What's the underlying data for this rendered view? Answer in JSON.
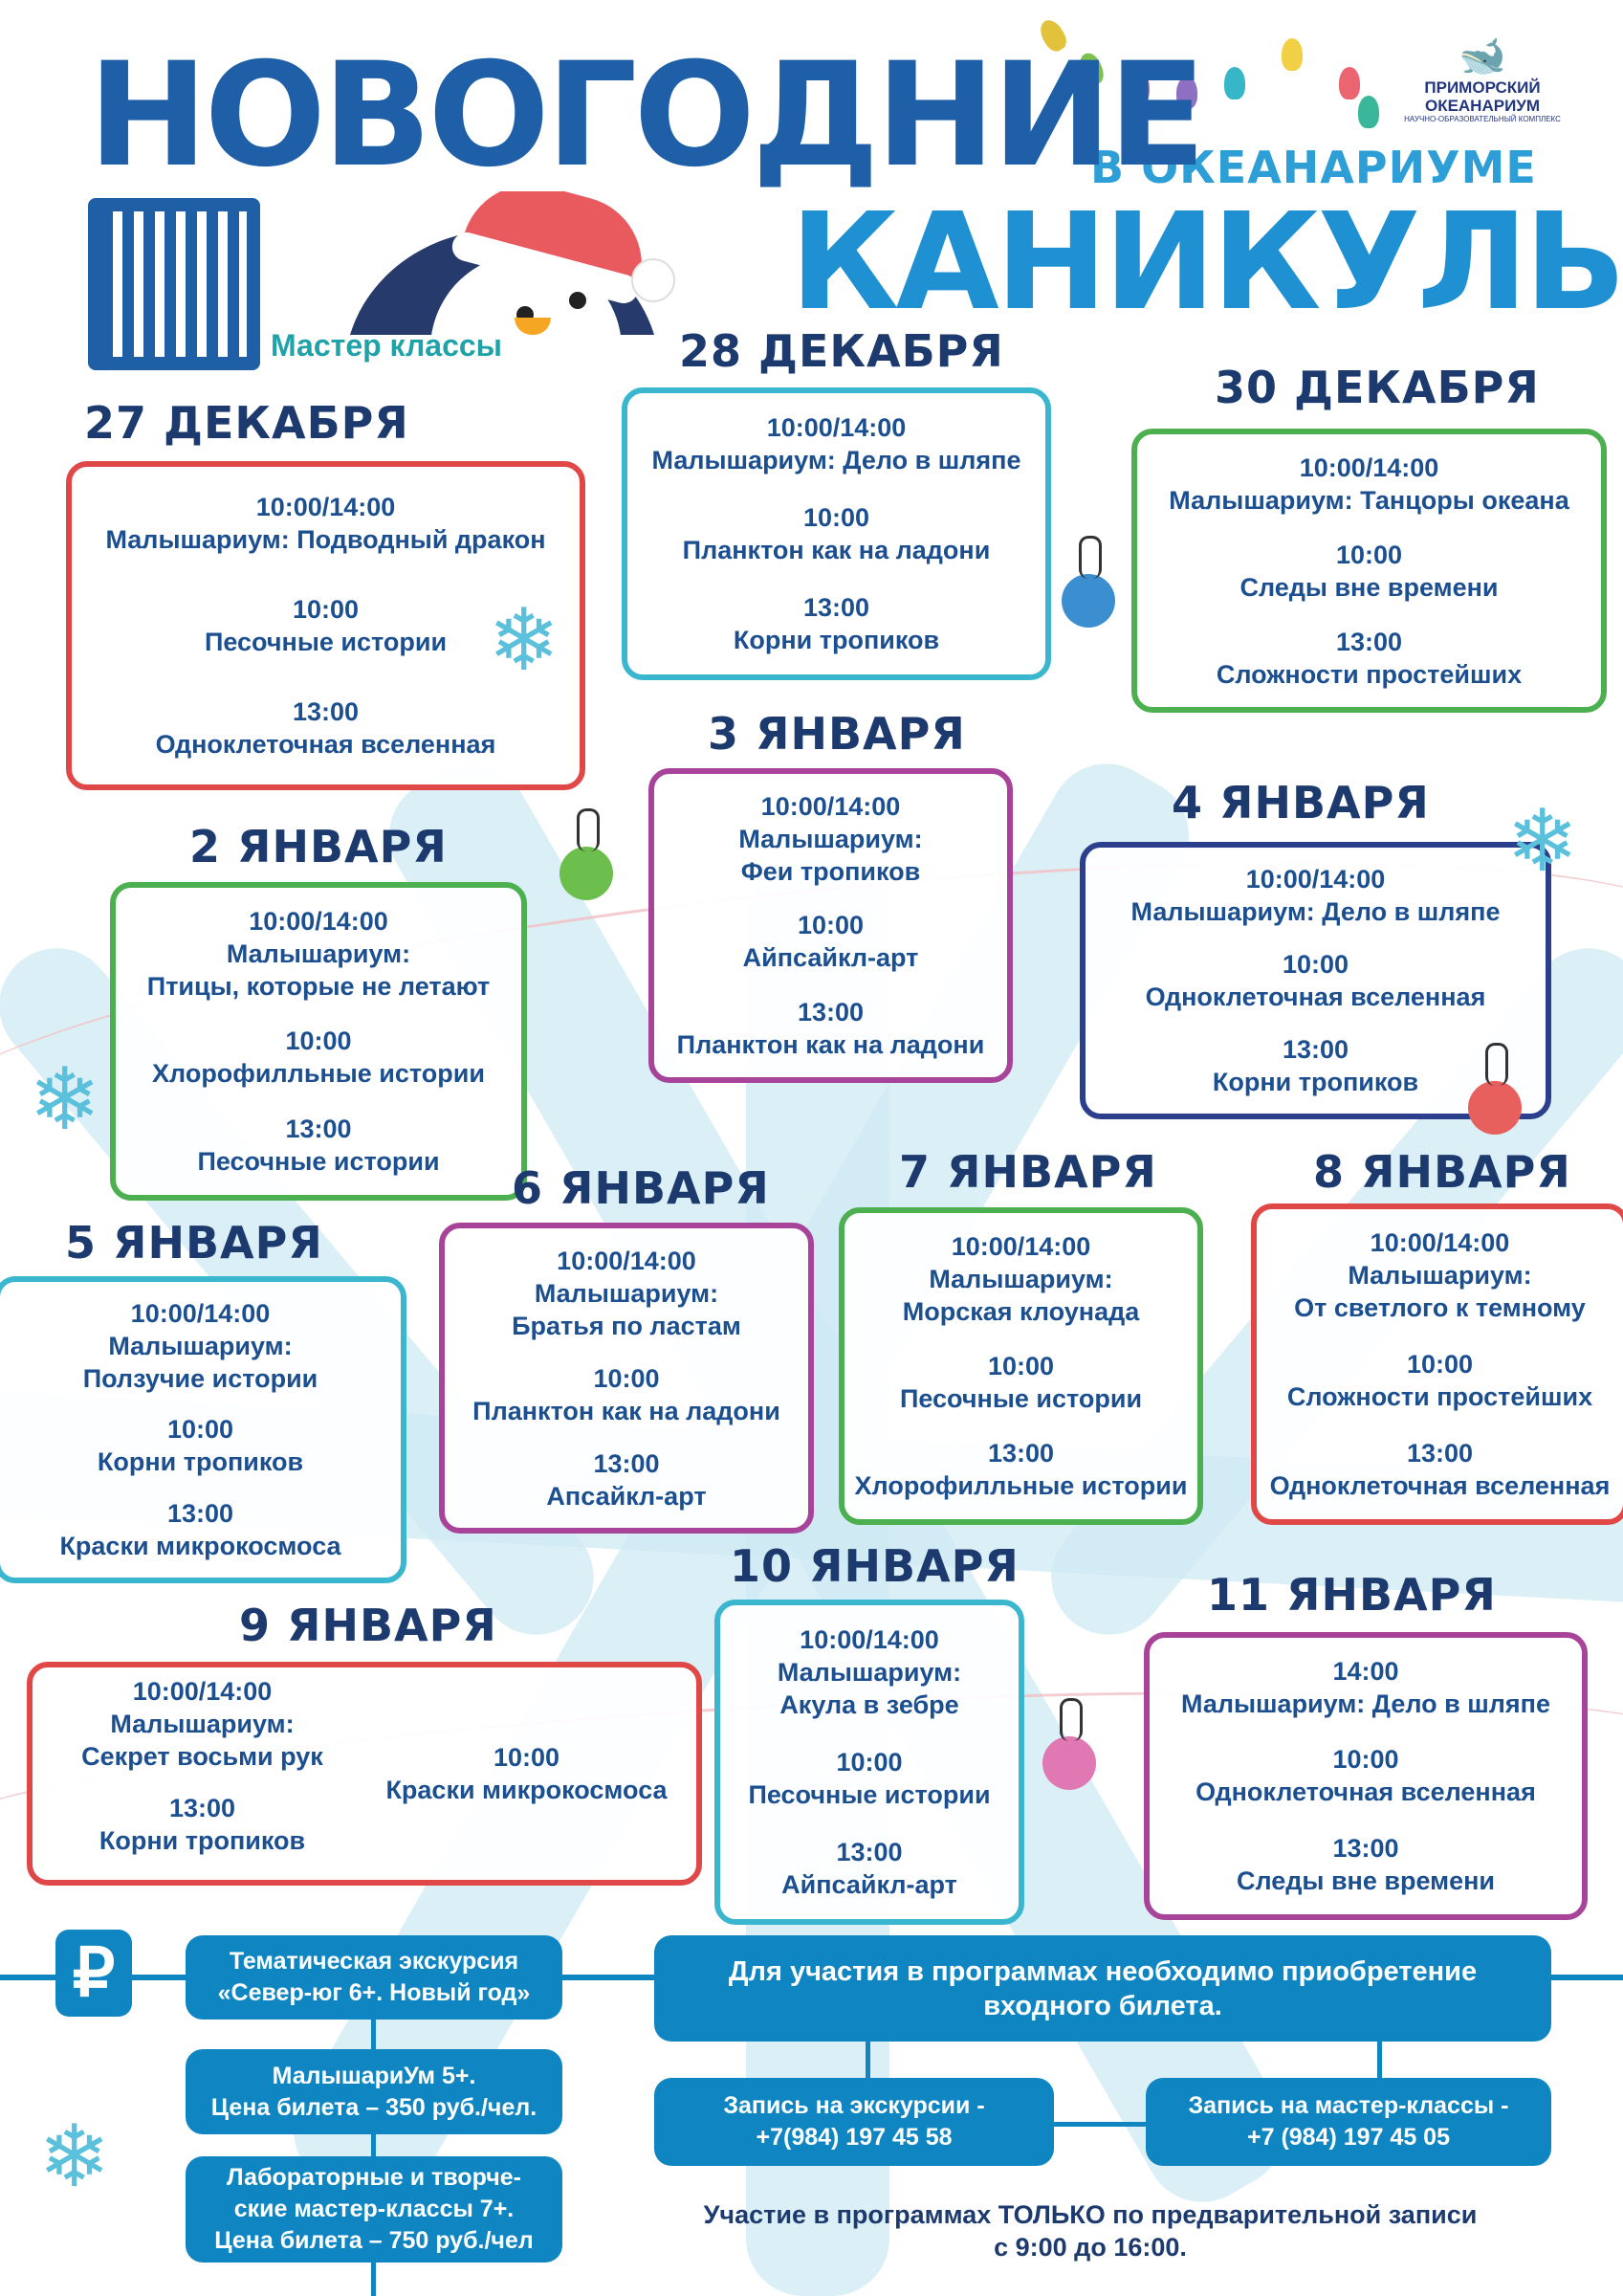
{
  "header": {
    "title_line1": "НОВОГОДНИЕ",
    "title_sub": "В ОКЕАНАРИУМЕ",
    "title_line2": "КАНИКУЛЫ",
    "qr_caption": "Мастер классы",
    "logo": {
      "name": "ПРИМОРСКИЙ ОКЕАНАРИУМ",
      "tagline": "НАУЧНО-ОБРАЗОВАТЕЛЬНЫЙ КОМПЛЕКС"
    }
  },
  "days": [
    {
      "id": "27-dec",
      "date": "27 ДЕКАБРЯ",
      "color": "#e04848",
      "items": [
        {
          "time": "10:00/14:00",
          "title": "Малышариум: Подводный дракон"
        },
        {
          "time": "10:00",
          "title": "Песочные истории"
        },
        {
          "time": "13:00",
          "title": "Одноклеточная вселенная"
        }
      ]
    },
    {
      "id": "28-dec",
      "date": "28 ДЕКАБРЯ",
      "color": "#3bb6cf",
      "items": [
        {
          "time": "10:00/14:00",
          "title": "Малышариум: Дело в шляпе"
        },
        {
          "time": "10:00",
          "title": "Планктон как на ладони"
        },
        {
          "time": "13:00",
          "title": "Корни тропиков"
        }
      ]
    },
    {
      "id": "30-dec",
      "date": "30 ДЕКАБРЯ",
      "color": "#4cb050",
      "items": [
        {
          "time": "10:00/14:00",
          "title": "Малышариум: Танцоры океана"
        },
        {
          "time": "10:00",
          "title": "Следы вне времени"
        },
        {
          "time": "13:00",
          "title": "Сложности простейших"
        }
      ]
    },
    {
      "id": "3-jan",
      "date": "3 ЯНВАРЯ",
      "color": "#a8439a",
      "items": [
        {
          "time": "10:00/14:00",
          "title": "Малышариум:\nФеи тропиков"
        },
        {
          "time": "10:00",
          "title": "Айпсайкл-арт"
        },
        {
          "time": "13:00",
          "title": "Планктон как на ладони"
        }
      ]
    },
    {
      "id": "2-jan",
      "date": "2 ЯНВАРЯ",
      "color": "#4cb050",
      "items": [
        {
          "time": "10:00/14:00",
          "title": "Малышариум:\nПтицы, которые не летают"
        },
        {
          "time": "10:00",
          "title": "Хлорофилльные истории"
        },
        {
          "time": "13:00",
          "title": "Песочные истории"
        }
      ]
    },
    {
      "id": "4-jan",
      "date": "4 ЯНВАРЯ",
      "color": "#2c3f8c",
      "items": [
        {
          "time": "10:00/14:00",
          "title": "Малышариум: Дело в шляпе"
        },
        {
          "time": "10:00",
          "title": "Одноклеточная вселенная"
        },
        {
          "time": "13:00",
          "title": "Корни тропиков"
        }
      ]
    },
    {
      "id": "5-jan",
      "date": "5 ЯНВАРЯ",
      "color": "#3bb6cf",
      "items": [
        {
          "time": "10:00/14:00",
          "title": "Малышариум:\nПолзучие истории"
        },
        {
          "time": "10:00",
          "title": "Корни тропиков"
        },
        {
          "time": "13:00",
          "title": "Краски микрокосмоса"
        }
      ]
    },
    {
      "id": "6-jan",
      "date": "6 ЯНВАРЯ",
      "color": "#a8439a",
      "items": [
        {
          "time": "10:00/14:00",
          "title": "Малышариум:\nБратья по ластам"
        },
        {
          "time": "10:00",
          "title": "Планктон как на ладони"
        },
        {
          "time": "13:00",
          "title": "Апсайкл-арт"
        }
      ]
    },
    {
      "id": "7-jan",
      "date": "7 ЯНВАРЯ",
      "color": "#4cb050",
      "items": [
        {
          "time": "10:00/14:00",
          "title": "Малышариум:\nМорская клоунада"
        },
        {
          "time": "10:00",
          "title": "Песочные истории"
        },
        {
          "time": "13:00",
          "title": "Хлорофилльные истории"
        }
      ]
    },
    {
      "id": "8-jan",
      "date": "8 ЯНВАРЯ",
      "color": "#e04848",
      "items": [
        {
          "time": "10:00/14:00",
          "title": "Малышариум:\nОт светлого к темному"
        },
        {
          "time": "10:00",
          "title": "Сложности простейших"
        },
        {
          "time": "13:00",
          "title": "Одноклеточная вселенная"
        }
      ]
    },
    {
      "id": "9-jan",
      "date": "9 ЯНВАРЯ",
      "color": "#e04848",
      "items": [
        {
          "time": "10:00/14:00",
          "title": "Малышариум:\nСекрет восьми рук"
        },
        {
          "time": "10:00",
          "title": "Краски микрокосмоса"
        },
        {
          "time": "13:00",
          "title": "Корни тропиков"
        }
      ]
    },
    {
      "id": "10-jan",
      "date": "10 ЯНВАРЯ",
      "color": "#3bb6cf",
      "items": [
        {
          "time": "10:00/14:00",
          "title": "Малышариум:\nАкула в зебре"
        },
        {
          "time": "10:00",
          "title": "Песочные истории"
        },
        {
          "time": "13:00",
          "title": "Айпсайкл-арт"
        }
      ]
    },
    {
      "id": "11-jan",
      "date": "11 ЯНВАРЯ",
      "color": "#a8439a",
      "items": [
        {
          "time": "14:00",
          "title": "Малышариум: Дело в шляпе"
        },
        {
          "time": "10:00",
          "title": "Одноклеточная вселенная"
        },
        {
          "time": "13:00",
          "title": "Следы вне времени"
        }
      ]
    }
  ],
  "prices": {
    "currency_icon": "₽",
    "excursion": "Тематическая экскурсия\n«Север-юг 6+. Новый год»",
    "malysharium": "МалышариУм 5+.\nЦена билета – 350 руб./чел.",
    "masterclass": "Лабораторные и творче-\nские мастер-классы 7+.\nЦена билета – 750 руб./чел"
  },
  "info": {
    "ticket_note": "Для участия в программах необходимо приобретение\nвходного билета.",
    "excursion_phone": "Запись на экскурсии -\n+7(984) 197 45 58",
    "masterclass_phone": "Запись на мастер-классы -\n+7 (984) 197 45 05",
    "footer": "Участие в программах ТОЛЬКО по предварительной записи\nс 9:00 до 16:00."
  },
  "colors": {
    "brand_blue": "#0f86c2",
    "title_navy": "#1c3a6e"
  }
}
